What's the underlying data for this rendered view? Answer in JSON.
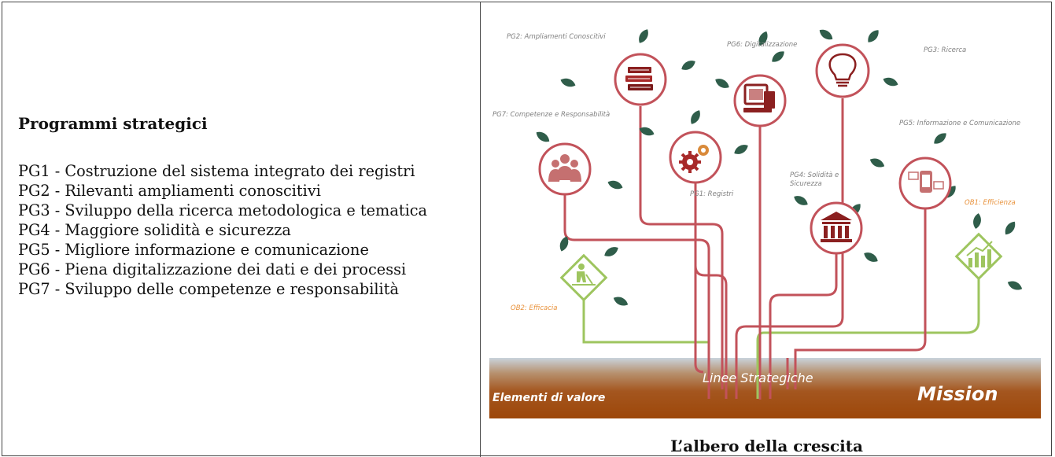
{
  "left": {
    "heading": "Programmi strategici",
    "programs": [
      "PG1 - Costruzione del sistema integrato dei registri",
      "PG2 - Rilevanti ampliamenti conoscitivi",
      "PG3 - Sviluppo della ricerca metodologica e tematica",
      "PG4 - Maggiore solidità e sicurezza",
      "PG5 - Migliore informazione e comunicazione",
      "PG6 - Piena digitalizzazione dei dati e dei processi",
      "PG7 - Sviluppo delle competenze e responsabilità"
    ]
  },
  "diagram": {
    "caption": "L’albero della crescita",
    "ground": {
      "left_label": "Elementi di valore",
      "center_label": "Linee Strategiche",
      "right_label": "Mission",
      "color_top": "#c9d3dc",
      "color_bottom": "#a24a10"
    },
    "colors": {
      "branch": "#c2525a",
      "green": "#9ec55f",
      "leaf": "#2f5d4a",
      "label_grey": "#808080",
      "label_orange": "#e8913a"
    },
    "nodes": [
      {
        "id": "PG2",
        "label": "PG2: Ampliamenti Conoscitivi",
        "icon": "books-icon"
      },
      {
        "id": "PG6",
        "label": "PG6: Digitalizzazione",
        "icon": "computer-icon"
      },
      {
        "id": "PG3",
        "label": "PG3: Ricerca",
        "icon": "lightbulb-icon"
      },
      {
        "id": "PG7",
        "label": "PG7: Competenze e Responsabilità",
        "icon": "people-icon"
      },
      {
        "id": "PG1",
        "label": "PG1: Registri",
        "icon": "gears-icon"
      },
      {
        "id": "PG5",
        "label": "PG5: Informazione e Comunicazione",
        "icon": "phone-chat-icon"
      },
      {
        "id": "PG4",
        "label": "PG4: Solidità e Sicurezza",
        "icon": "bank-icon"
      },
      {
        "id": "OB1",
        "label": "OB1: Efficienza",
        "icon": "growth-chart-icon"
      },
      {
        "id": "OB2",
        "label": "OB2: Efficacia",
        "icon": "worker-sign-icon"
      }
    ]
  }
}
